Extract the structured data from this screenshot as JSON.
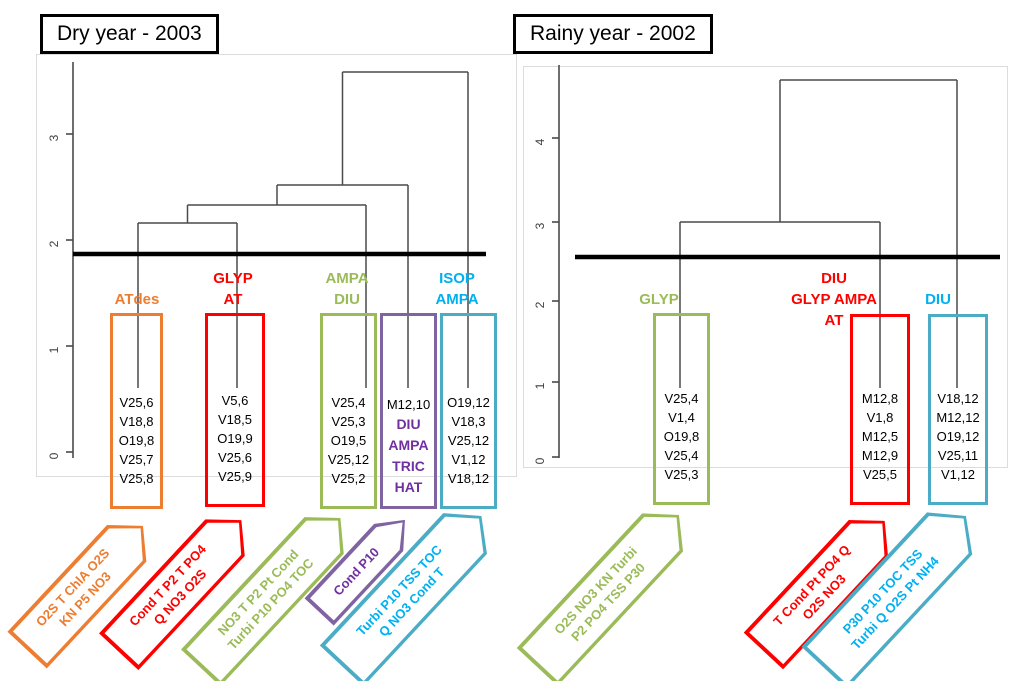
{
  "colors": {
    "orange": "#ED7D31",
    "red": "#FF0000",
    "green": "#9BBB59",
    "purple_box": "#8064A2",
    "purple_text": "#7030A0",
    "blue_box": "#4BACC6",
    "blue_text": "#00B0F0",
    "dendrogram_line": "#4a4a4a",
    "cut_line": "#000000"
  },
  "dry": {
    "title": "Dry year - 2003",
    "ticks": [
      "0",
      "1",
      "2",
      "3"
    ],
    "headers": {
      "orange": [
        "ATdes"
      ],
      "red": [
        "GLYP",
        "AT"
      ],
      "green": [
        "AMPA",
        "DIU"
      ],
      "blue": [
        "ISOP",
        "AMPA"
      ]
    },
    "boxes": {
      "orange": {
        "samples": [
          "V25,6",
          "V18,8",
          "O19,8",
          "V25,7",
          "V25,8"
        ]
      },
      "red": {
        "samples": [
          "V5,6",
          "V18,5",
          "O19,9",
          "V25,6",
          "V25,9"
        ]
      },
      "green": {
        "samples": [
          "V25,4",
          "V25,3",
          "O19,5",
          "V25,12",
          "V25,2"
        ]
      },
      "purple": {
        "samples": [
          "M12,10"
        ],
        "pesticides": [
          "DIU",
          "AMPA",
          "TRIC",
          "HAT"
        ]
      },
      "blue": {
        "samples": [
          "O19,12",
          "V18,3",
          "V25,12",
          "V1,12",
          "V18,12"
        ]
      }
    },
    "tags": [
      {
        "lines": [
          "O2S T ChlA O2S",
          "KN P5 NO3"
        ]
      },
      {
        "lines": [
          "Cond T P2 T PO4",
          "Q NO3 O2S"
        ]
      },
      {
        "lines": [
          "NO3 T P2 Pt Cond",
          "Turbi P10 PO4 TOC"
        ]
      },
      {
        "lines": [
          "Cond P10"
        ]
      },
      {
        "lines": [
          "Turbi P10 TSS TOC",
          "Q NO3 Cond T"
        ]
      }
    ]
  },
  "rainy": {
    "title": "Rainy year - 2002",
    "ticks": [
      "0",
      "1",
      "2",
      "3",
      "4"
    ],
    "headers": {
      "green": [
        "GLYP"
      ],
      "red": [
        "DIU",
        "GLYP AMPA",
        "AT"
      ],
      "blue": [
        "DIU"
      ]
    },
    "boxes": {
      "green": {
        "samples": [
          "V25,4",
          "V1,4",
          "O19,8",
          "V25,4",
          "V25,3"
        ]
      },
      "red": {
        "samples": [
          "M12,8",
          "V1,8",
          "M12,5",
          "M12,9",
          "V25,5"
        ]
      },
      "blue": {
        "samples": [
          "V18,12",
          "M12,12",
          "O19,12",
          "V25,11",
          "V1,12"
        ]
      }
    },
    "tags": [
      {
        "lines": [
          "O2S NO3 KN Turbi",
          "P2 PO4 TSS P30"
        ]
      },
      {
        "lines": [
          "T Cond Pt PO4 Q",
          "O2S NO3"
        ]
      },
      {
        "lines": [
          "P30 P10 TOC TSS",
          "Turbi Q O2S Pt NH4"
        ]
      }
    ]
  },
  "chart_data": [
    {
      "type": "dendrogram",
      "title": "Dry year - 2003",
      "yticks": [
        0,
        1,
        2,
        3
      ],
      "ylim": [
        0,
        3.7
      ],
      "grid": false,
      "cut_line_height": 1.9,
      "leaf_clusters": [
        {
          "label": "ATdes",
          "color": "#ED7D31",
          "samples": [
            "V25,6",
            "V18,8",
            "O19,8",
            "V25,7",
            "V25,8"
          ],
          "variables": "O2S T ChlA O2S KN P5 NO3"
        },
        {
          "label": "GLYP AT",
          "color": "#FF0000",
          "samples": [
            "V5,6",
            "V18,5",
            "O19,9",
            "V25,6",
            "V25,9"
          ],
          "variables": "Cond T P2 T PO4 Q NO3 O2S"
        },
        {
          "label": "AMPA DIU",
          "color": "#9BBB59",
          "samples": [
            "V25,4",
            "V25,3",
            "O19,5",
            "V25,12",
            "V25,2"
          ],
          "variables": "NO3 T P2 Pt Cond Turbi P10 PO4 TOC"
        },
        {
          "label": "DIU AMPA TRIC HAT",
          "color": "#8064A2",
          "samples": [
            "M12,10"
          ],
          "variables": "Cond P10"
        },
        {
          "label": "ISOP AMPA",
          "color": "#4BACC6",
          "samples": [
            "O19,12",
            "V18,3",
            "V25,12",
            "V1,12",
            "V18,12"
          ],
          "variables": "Turbi P10 TSS TOC Q NO3 Cond T"
        }
      ],
      "merges": [
        {
          "join": [
            "ATdes",
            "GLYP AT"
          ],
          "height": 2.17
        },
        {
          "join": [
            "(ATdes+GLYP AT)",
            "AMPA DIU"
          ],
          "height": 2.34
        },
        {
          "join": [
            "(ATdes+GLYP AT+AMPA DIU)",
            "DIU AMPA TRIC HAT"
          ],
          "height": 2.52
        },
        {
          "join": [
            "(all left clusters)",
            "ISOP AMPA"
          ],
          "height": 3.58
        }
      ]
    },
    {
      "type": "dendrogram",
      "title": "Rainy year - 2002",
      "yticks": [
        0,
        1,
        2,
        3,
        4
      ],
      "ylim": [
        0,
        4.8
      ],
      "grid": false,
      "cut_line_height": 2.55,
      "leaf_clusters": [
        {
          "label": "GLYP",
          "color": "#9BBB59",
          "samples": [
            "V25,4",
            "V1,4",
            "O19,8",
            "V25,4",
            "V25,3"
          ],
          "variables": "O2S NO3 KN Turbi P2 PO4 TSS P30"
        },
        {
          "label": "DIU GLYP AMPA AT",
          "color": "#FF0000",
          "samples": [
            "M12,8",
            "V1,8",
            "M12,5",
            "M12,9",
            "V25,5"
          ],
          "variables": "T Cond Pt PO4 Q O2S NO3"
        },
        {
          "label": "DIU",
          "color": "#4BACC6",
          "samples": [
            "V18,12",
            "M12,12",
            "O19,12",
            "V25,11",
            "V1,12"
          ],
          "variables": "P30 P10 TOC TSS Turbi Q O2S Pt NH4"
        }
      ],
      "merges": [
        {
          "join": [
            "GLYP",
            "DIU GLYP AMPA AT"
          ],
          "height": 3.0
        },
        {
          "join": [
            "(GLYP+DIU GLYP AMPA AT)",
            "DIU"
          ],
          "height": 4.77
        }
      ]
    }
  ]
}
